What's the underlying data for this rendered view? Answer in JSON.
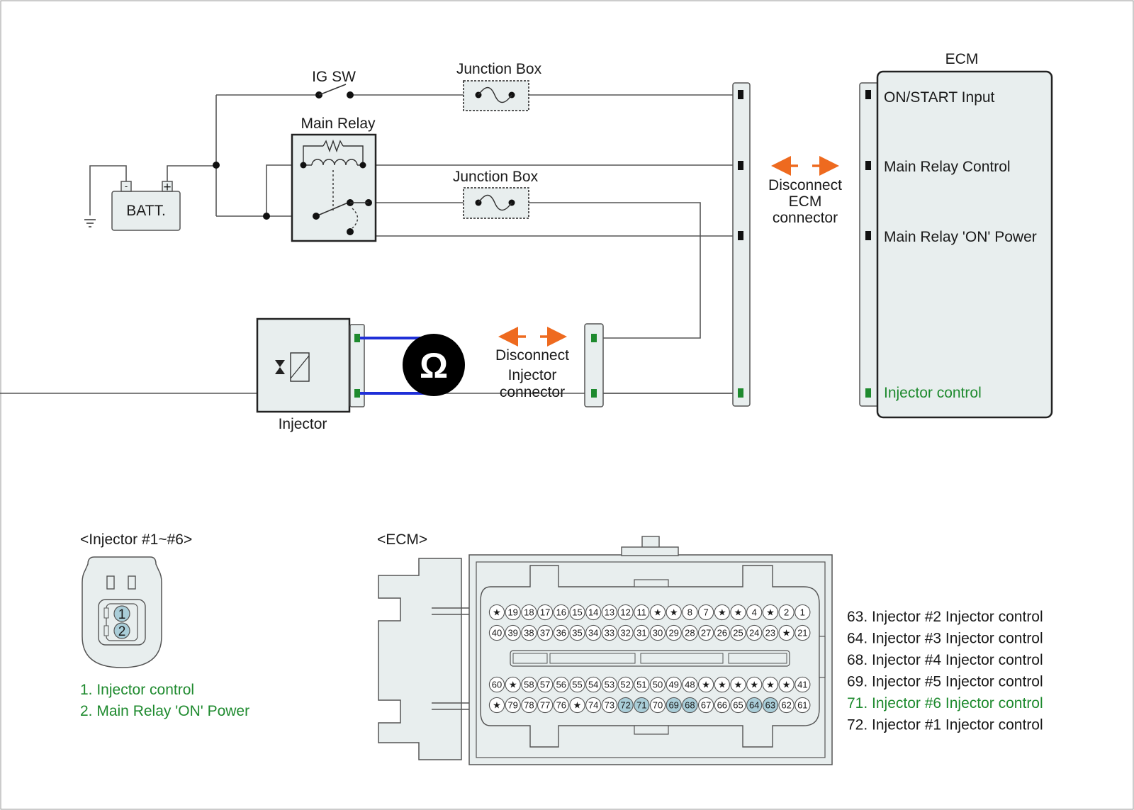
{
  "labels": {
    "ig_sw": "IG SW",
    "junction_box_1": "Junction Box",
    "junction_box_2": "Junction Box",
    "main_relay": "Main Relay",
    "battery": "BATT.",
    "battery_minus": "-",
    "battery_plus": "+",
    "injector": "Injector",
    "disconnect_ecm": [
      "Disconnect",
      "ECM",
      "connector"
    ],
    "disconnect_injector": [
      "Disconnect",
      "Injector",
      "connector"
    ],
    "ohmmeter_symbol": "Ω"
  },
  "ecm": {
    "title": "ECM",
    "pins": [
      {
        "label": "ON/START Input",
        "highlight": false
      },
      {
        "label": "Main Relay Control",
        "highlight": false
      },
      {
        "label": "Main Relay 'ON' Power",
        "highlight": false
      },
      {
        "label": "Injector control",
        "highlight": true
      }
    ]
  },
  "injector_connector": {
    "title": "<Injector #1~#6>",
    "pin_numbers": [
      "1",
      "2"
    ],
    "legend": [
      "1. Injector control",
      "2. Main Relay 'ON' Power"
    ]
  },
  "ecm_connector": {
    "title": "<ECM>",
    "rows": [
      [
        "★",
        "19",
        "18",
        "17",
        "16",
        "15",
        "14",
        "13",
        "12",
        "11",
        "★",
        "★",
        "8",
        "7",
        "★",
        "★",
        "4",
        "★",
        "2",
        "1"
      ],
      [
        "40",
        "39",
        "38",
        "37",
        "36",
        "35",
        "34",
        "33",
        "32",
        "31",
        "30",
        "29",
        "28",
        "27",
        "26",
        "25",
        "24",
        "23",
        "★",
        "21"
      ],
      [
        "60",
        "★",
        "58",
        "57",
        "56",
        "55",
        "54",
        "53",
        "52",
        "51",
        "50",
        "49",
        "48",
        "★",
        "★",
        "★",
        "★",
        "★",
        "★",
        "41"
      ],
      [
        "★",
        "79",
        "78",
        "77",
        "76",
        "★",
        "74",
        "73",
        "72",
        "71",
        "70",
        "69",
        "68",
        "67",
        "66",
        "65",
        "64",
        "63",
        "62",
        "61"
      ]
    ],
    "highlighted_pins": [
      "72",
      "71",
      "69",
      "68",
      "64",
      "63"
    ],
    "legend": [
      {
        "text": "63. Injector #2 Injector control",
        "highlight": false
      },
      {
        "text": "64. Injector #3 Injector control",
        "highlight": false
      },
      {
        "text": "68. Injector #4 Injector control",
        "highlight": false
      },
      {
        "text": "69. Injector #5 Injector control",
        "highlight": false
      },
      {
        "text": "71. Injector #6 Injector control",
        "highlight": true
      },
      {
        "text": "72. Injector #1 Injector control",
        "highlight": false
      }
    ]
  },
  "colors": {
    "wire": "#555555",
    "arrow": "#ee6a1f",
    "probe": "#1f2fd8",
    "pin_highlight": "#a9cdd8",
    "pin_green": "#1e8a2e",
    "fill": "#e8eeee"
  }
}
